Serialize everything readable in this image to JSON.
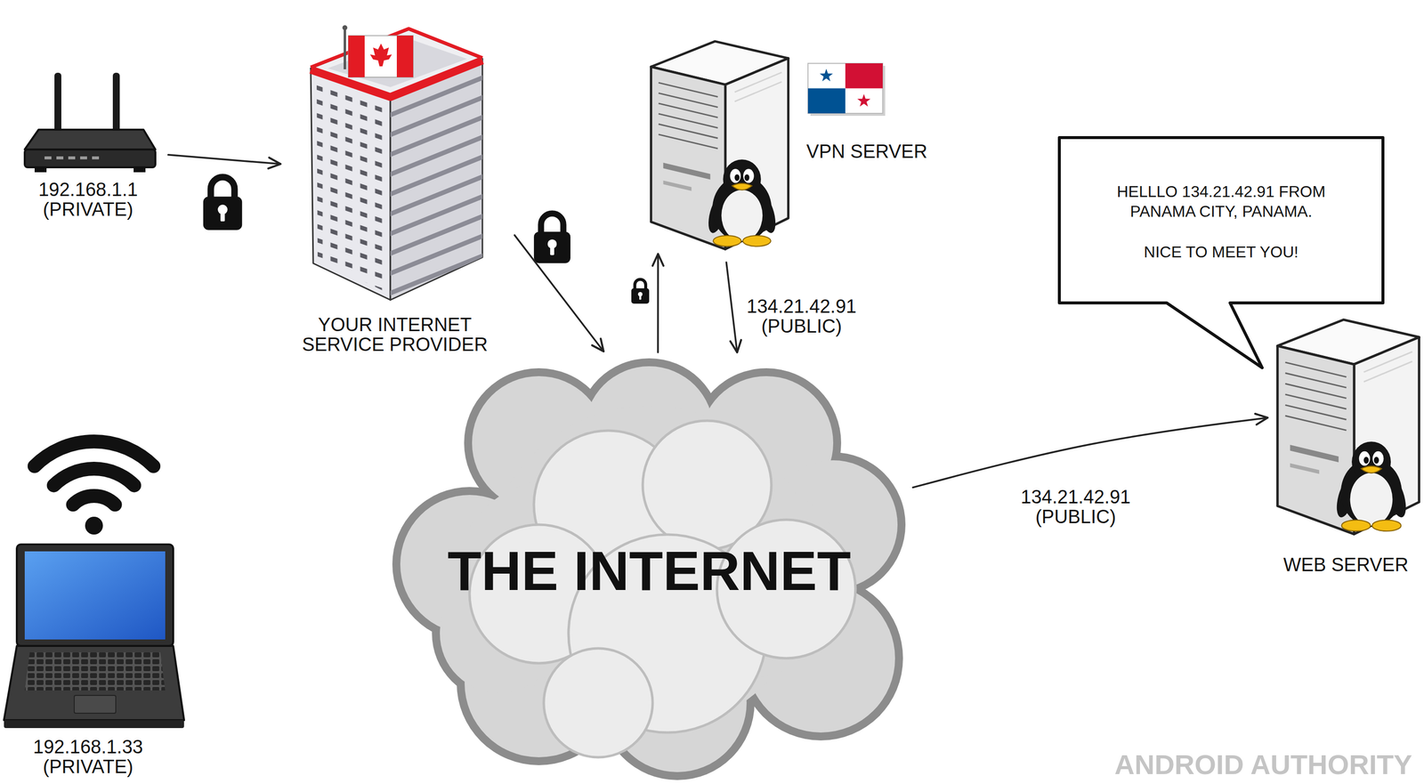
{
  "diagram": {
    "nodes": [
      {
        "text": [
          "192.168.1.1 (PRIVATE)"
        ]
      },
      {
        "text": [
          "YOUR INTERNET SERVICE PROVIDER"
        ]
      },
      {
        "text": [
          "VPN SERVER"
        ]
      },
      {
        "text": [
          "HELLLO 134.21.42.91 FROM PANAMA CITY, PANAMA.",
          "NICE TO MEET YOU!"
        ]
      },
      {
        "text": [
          "THE INTERNET"
        ]
      },
      {
        "text": [
          "WEB SERVER"
        ]
      },
      {
        "text": [
          "192.168.1.33 (PRIVATE)"
        ]
      }
    ],
    "edges": [
      {
        "from": 0,
        "to": 1,
        "arrow": "to"
      },
      {
        "from": 1,
        "to": 4,
        "arrow": "to"
      },
      {
        "from": 4,
        "to": 2,
        "arrow": "to"
      },
      {
        "from": 2,
        "to": 4,
        "arrow": "to",
        "label": "134.21.42.91 (PUBLIC)"
      },
      {
        "from": 4,
        "to": 5,
        "arrow": "to",
        "label": "134.21.42.91 (PUBLIC)"
      }
    ],
    "labels": [
      "ANDROID AUTHORITY"
    ]
  }
}
